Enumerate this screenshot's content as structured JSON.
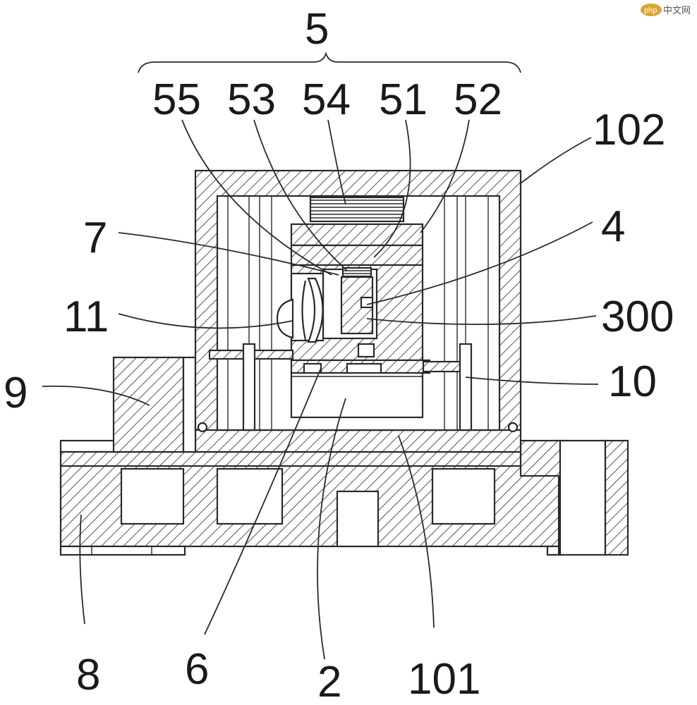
{
  "watermark": {
    "logo_text": "php",
    "site_text": "中文网"
  },
  "labels": {
    "group_5": "5",
    "p55": "55",
    "p53": "53",
    "p54": "54",
    "p51": "51",
    "p52": "52",
    "p102": "102",
    "p7": "7",
    "p4": "4",
    "p11": "11",
    "p300": "300",
    "p9": "9",
    "p10": "10",
    "p8": "8",
    "p6": "6",
    "p2": "2",
    "p101": "101"
  },
  "colors": {
    "line": "#2a2a2a",
    "background": "#ffffff"
  }
}
